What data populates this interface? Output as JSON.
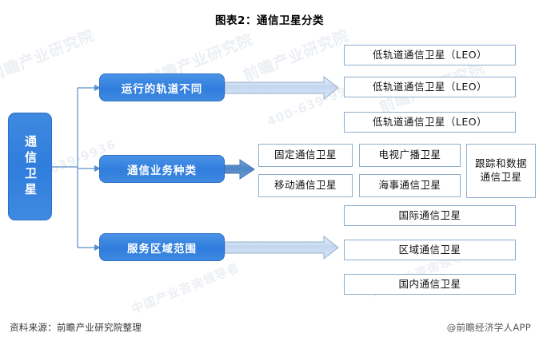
{
  "chart": {
    "title": "图表2：通信卫星分类",
    "type": "diagram",
    "root": {
      "label": "通信卫星"
    },
    "branches": [
      {
        "label": "运行的轨道不同",
        "arrow": "block-arrow-light",
        "leaves": [
          "低轨道通信卫星（LEO）",
          "低轨道通信卫星（LEO）",
          "低轨道通信卫星（LEO）"
        ]
      },
      {
        "label": "通信业务种类",
        "arrow": "block-arrow-solid",
        "leaves": [
          "固定通信卫星",
          "电视广播卫星",
          "跟踪和数据通信卫星",
          "移动通信卫星",
          "海事通信卫星"
        ]
      },
      {
        "label": "服务区域范围",
        "arrow": "block-arrow-light",
        "leaves": [
          "国际通信卫星",
          "区域通信卫星",
          "国内通信卫星"
        ]
      }
    ]
  },
  "footer": {
    "source": "资料来源：前瞻产业研究院整理",
    "credit": "@前瞻经济学人APP"
  },
  "watermarks": {
    "brand": "前瞻产业研究院",
    "tagline": "中国产业咨询领导者",
    "phone": "400-639-9936"
  },
  "colors": {
    "node_blue": "#2f7ddd",
    "node_border": "#2f6fc4",
    "leaf_border": "#8faecd",
    "arrow_light": "#c6d9f0",
    "arrow_solid": "#5b8fc9",
    "connector": "#5b8fc9",
    "text_dark": "#111111",
    "background": "#ffffff"
  }
}
